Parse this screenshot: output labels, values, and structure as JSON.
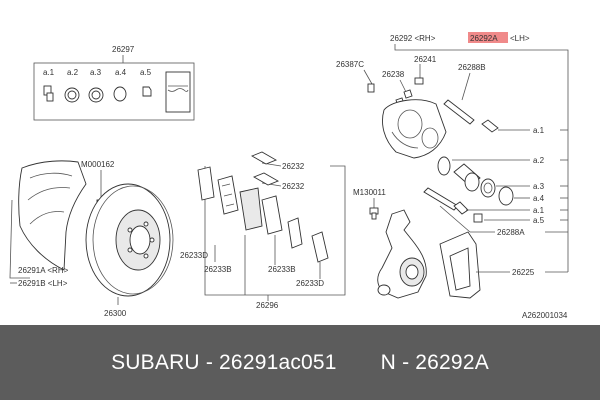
{
  "colors": {
    "footer_bg": "#5c5c5c",
    "footer_text": "#ffffff",
    "highlight": "#f08a8a"
  },
  "diagram": {
    "labels": {
      "kit_26297": "26297",
      "a1": "a.1",
      "a2": "a.2",
      "a3": "a.3",
      "a4": "a.4",
      "a5": "a.5",
      "m000162": "M000162",
      "p26291a": "26291A <RH>",
      "p26291b": "26291B <LH>",
      "p26300": "26300",
      "p26232_1": "26232",
      "p26232_2": "26232",
      "p26233d_1": "26233D",
      "p26233b_1": "26233B",
      "p26233b_2": "26233B",
      "p26233d_2": "26233D",
      "p26296": "26296",
      "p26292_rh": "26292 <RH>",
      "p26292a": "26292A",
      "p26292a_lh": "<LH>",
      "p26387c": "26387C",
      "p26241": "26241",
      "p26238": "26238",
      "p26288b": "26288B",
      "r_a1": "a.1",
      "r_a2": "a.2",
      "r_a3": "a.3",
      "r_a4": "a.4",
      "r_a1b": "a.1",
      "r_a5": "a.5",
      "m130011": "M130011",
      "p26288a": "26288A",
      "p26225": "26225",
      "code": "A262001034"
    }
  },
  "footer": {
    "left": "SUBARU - 26291ac051",
    "right": "N - 26292A"
  }
}
